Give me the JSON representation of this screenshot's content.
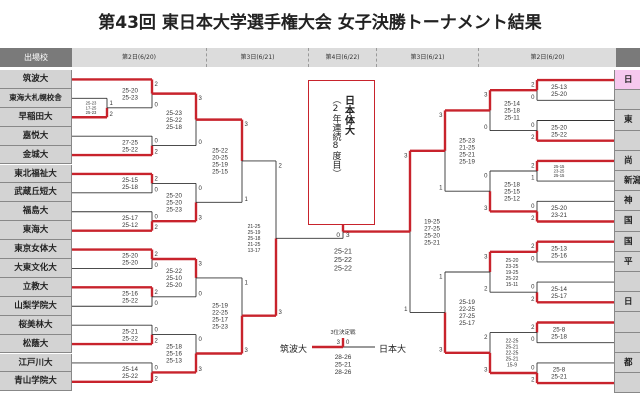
{
  "title": "第43回 東日本大学選手権大会 女子決勝トーナメント結果",
  "headers": [
    "出場校",
    "第2日(6/20)",
    "第3日(6/21)",
    "第4日(6/22)",
    "第3日(6/21)",
    "第2日(6/20)",
    ""
  ],
  "colors": {
    "winner_line": "#c8232c",
    "loser_line": "#333333",
    "name_bg": "#d3d3d3",
    "champion_bg": "#f6c8ee",
    "header_bg": "#dcdcdc"
  },
  "left_teams": [
    "筑波大",
    "東海大札幌校舎",
    "早稲田大",
    "嘉悦大",
    "金城大",
    "東北福祉大",
    "武蔵丘短大",
    "福島大",
    "東海大",
    "東京女体大",
    "大東文化大",
    "立教大",
    "山梨学院大",
    "桜美林大",
    "松蔭大",
    "江戸川大",
    "青山学院大"
  ],
  "right_teams": [
    "日",
    "",
    "東",
    "",
    "尚",
    "新潟",
    "神",
    "国",
    "国",
    "平",
    "",
    "日",
    "",
    "",
    "都",
    ""
  ],
  "left_bracket": {
    "score": [
      2,
      3
    ],
    "sets": [
      "21-25",
      "25-19",
      "25-18",
      "21-25",
      "13-17"
    ],
    "a": {
      "score": [
        3,
        1
      ],
      "sets": [
        "25-22",
        "20-25",
        "25-19",
        "25-15"
      ],
      "a": {
        "score": [
          3,
          0
        ],
        "sets": [
          "25-23",
          "25-22",
          "25-18"
        ],
        "a": {
          "score": [
            2,
            0
          ],
          "sets": [
            "25-20",
            "25-23"
          ],
          "a": {
            "t": 0
          },
          "b": {
            "score": [
              1,
              2
            ],
            "sets": [
              "25-23",
              "17-25",
              "25-23"
            ],
            "a": {
              "t": 1
            },
            "b": {
              "t": 2
            }
          }
        },
        "b": {
          "score": [
            0,
            2
          ],
          "sets": [
            "27-25",
            "25-22"
          ],
          "a": {
            "t": 3
          },
          "b": {
            "t": 4
          }
        }
      },
      "b": {
        "score": [
          0,
          3
        ],
        "sets": [
          "25-20",
          "25-20",
          "25-23"
        ],
        "a": {
          "score": [
            2,
            0
          ],
          "sets": [
            "25-15",
            "25-18"
          ],
          "a": {
            "t": 5
          },
          "b": {
            "t": 6
          }
        },
        "b": {
          "score": [
            0,
            2
          ],
          "sets": [
            "25-17",
            "25-12"
          ],
          "a": {
            "t": 7
          },
          "b": {
            "t": 8
          }
        }
      }
    },
    "b": {
      "score": [
        1,
        3
      ],
      "sets": [
        "25-19",
        "22-25",
        "25-17",
        "25-23"
      ],
      "a": {
        "score": [
          3,
          0
        ],
        "sets": [
          "25-22",
          "25-10",
          "25-20"
        ],
        "a": {
          "score": [
            2,
            0
          ],
          "sets": [
            "25-20",
            "25-20"
          ],
          "a": {
            "t": 9
          },
          "b": {
            "t": 10
          }
        },
        "b": {
          "score": [
            2,
            0
          ],
          "sets": [
            "25-16",
            "25-22"
          ],
          "a": {
            "t": 11
          },
          "b": {
            "t": 12
          }
        }
      },
      "b": {
        "score": [
          0,
          3
        ],
        "sets": [
          "25-18",
          "25-16",
          "25-13"
        ],
        "a": {
          "score": [
            0,
            2
          ],
          "sets": [
            "25-21",
            "25-22"
          ],
          "a": {
            "t": 13
          },
          "b": {
            "t": 14
          }
        },
        "b": {
          "score": [
            0,
            2
          ],
          "sets": [
            "25-14",
            "25-22"
          ],
          "a": {
            "t": 15
          },
          "b": {
            "t": 16
          }
        }
      }
    }
  },
  "right_bracket": {
    "score": [
      3,
      1
    ],
    "sets": [
      "19-25",
      "27-25",
      "25-20",
      "25-21"
    ],
    "a": {
      "score": [
        3,
        1
      ],
      "sets": [
        "25-23",
        "21-25",
        "25-21",
        "25-19"
      ],
      "a": {
        "score": [
          3,
          0
        ],
        "sets": [
          "25-14",
          "25-18",
          "25-11"
        ],
        "a": {
          "score": [
            2,
            0
          ],
          "sets": [
            "25-13",
            "25-20"
          ],
          "a": {
            "t": 0
          },
          "b": {
            "t": 1
          }
        },
        "b": {
          "score": [
            0,
            2
          ],
          "sets": [
            "25-20",
            "25-22"
          ],
          "a": {
            "t": 2
          },
          "b": {
            "t": 3
          }
        }
      },
      "b": {
        "score": [
          0,
          3
        ],
        "sets": [
          "25-18",
          "25-15",
          "25-12"
        ],
        "a": {
          "score": [
            2,
            1
          ],
          "sets": [
            "25-15",
            "23-25",
            "25-15"
          ],
          "a": {
            "t": 4
          },
          "b": {
            "t": 5
          }
        },
        "b": {
          "score": [
            0,
            2
          ],
          "sets": [
            "25-20",
            "23-21"
          ],
          "a": {
            "t": 6
          },
          "b": {
            "t": 7
          }
        }
      }
    },
    "b": {
      "score": [
        1,
        3
      ],
      "sets": [
        "25-19",
        "22-25",
        "27-25",
        "25-17"
      ],
      "a": {
        "score": [
          3,
          2
        ],
        "sets": [
          "25-20",
          "23-25",
          "19-25",
          "25-22",
          "15-11"
        ],
        "a": {
          "score": [
            2,
            0
          ],
          "sets": [
            "25-13",
            "25-16"
          ],
          "a": {
            "t": 8
          },
          "b": {
            "t": 9
          }
        },
        "b": {
          "score": [
            0,
            2
          ],
          "sets": [
            "25-14",
            "25-17"
          ],
          "a": {
            "t": 10
          },
          "b": {
            "t": 11
          }
        }
      },
      "b": {
        "score": [
          2,
          3
        ],
        "sets": [
          "22-25",
          "25-21",
          "22-25",
          "25-21",
          "15-9"
        ],
        "a": {
          "score": [
            2,
            0
          ],
          "sets": [
            "25-8",
            "25-18"
          ],
          "a": {
            "t": 12
          },
          "b": {
            "t": 13
          }
        },
        "b": {
          "score": [
            0,
            2
          ],
          "sets": [
            "25-8",
            "25-21"
          ],
          "a": {
            "t": 14
          },
          "b": {
            "t": 15
          }
        }
      }
    }
  },
  "final": {
    "champion": "日本体大",
    "note": "（2年連続8度目）",
    "score": [
      0,
      3
    ],
    "sets": [
      "25-21",
      "25-22",
      "25-22"
    ]
  },
  "third_place": {
    "label": "3位決定戦",
    "left": "筑波大",
    "right": "日本大",
    "score": [
      3,
      0
    ],
    "sets": [
      "28-26",
      "25-21",
      "28-26"
    ]
  }
}
